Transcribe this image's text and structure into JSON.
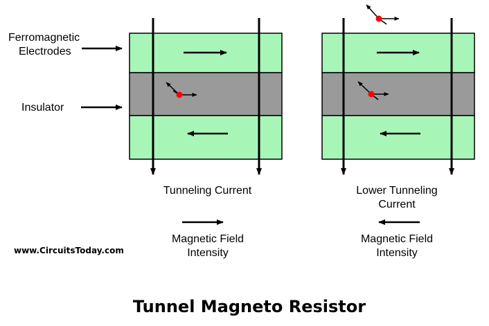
{
  "labels": {
    "ferromagnetic": [
      "Ferromagnetic",
      "Electrodes"
    ],
    "insulator": "Insulator",
    "left_current": "Tunneling Current",
    "right_current": [
      "Lower Tunneling",
      "Current"
    ],
    "left_field": [
      "Magnetic Field",
      "Intensity"
    ],
    "right_field": [
      "Magnetic Field",
      "Intensity"
    ],
    "website": "www.CircuitsToday.com",
    "title": "Tunnel Magneto Resistor"
  },
  "colors": {
    "electrode": "#a8f5b8",
    "insulator": "#9a9a9a",
    "stroke": "#000000",
    "electron": "#ff0000"
  },
  "states": {
    "left": {
      "top_layer_magnetization": "right",
      "bottom_layer_magnetization": "left",
      "field_direction": "right"
    },
    "right": {
      "top_layer_magnetization": "right",
      "bottom_layer_magnetization": "left",
      "field_direction": "left"
    }
  }
}
